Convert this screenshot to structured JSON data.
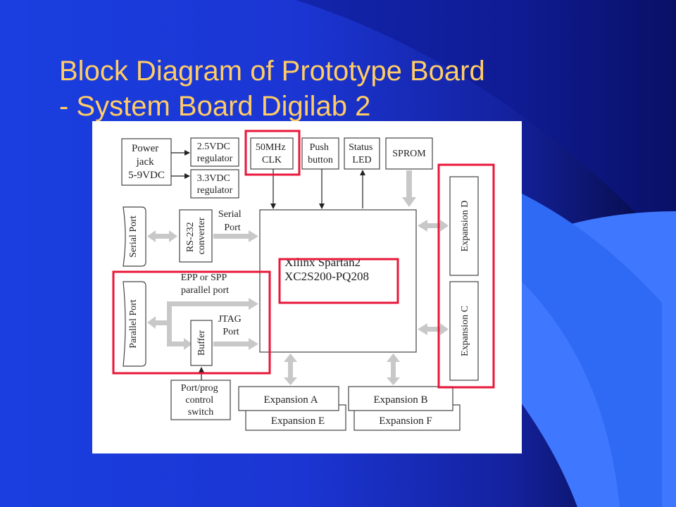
{
  "slide": {
    "title_line1": "Block Diagram of Prototype Board",
    "title_line2": "- System Board Digilab 2",
    "accent_colors": {
      "title": "#ffcc66",
      "highlight": "#e8173a",
      "background": "#1b35d2"
    }
  },
  "diagram": {
    "power_jack": [
      "Power",
      "jack",
      "5-9VDC"
    ],
    "reg_25": [
      "2.5VDC",
      "regulator"
    ],
    "reg_33": [
      "3.3VDC",
      "regulator"
    ],
    "clk": [
      "50MHz",
      "CLK"
    ],
    "push_button": [
      "Push",
      "button"
    ],
    "status_led": [
      "Status",
      "LED"
    ],
    "sprom": "SPROM",
    "serial_port": "Serial Port",
    "rs232": [
      "RS-232",
      "converter"
    ],
    "serial_port_label": [
      "Serial",
      "Port"
    ],
    "fpga": [
      "Xilinx Spartan2",
      "XC2S200-PQ208"
    ],
    "epp_label": [
      "EPP or SPP",
      "parallel port"
    ],
    "parallel_port": "Parallel Port",
    "buffer": "Buffer",
    "jtag_label": [
      "JTAG",
      "Port"
    ],
    "port_prog": [
      "Port/prog",
      "control",
      "switch"
    ],
    "exp_a": "Expansion A",
    "exp_b": "Expansion B",
    "exp_c": "Expansion C",
    "exp_d": "Expansion D",
    "exp_e": "Expansion E",
    "exp_f": "Expansion F"
  }
}
